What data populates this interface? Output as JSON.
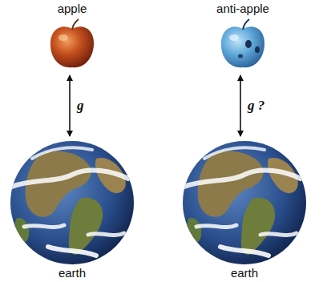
{
  "diagram": {
    "nodes": [
      {
        "text": [
          "apple"
        ]
      },
      {
        "text": [
          "anti-apple"
        ]
      },
      {
        "text": [
          "earth"
        ]
      },
      {
        "text": [
          "earth"
        ]
      }
    ],
    "edges": [
      {
        "from": 0,
        "to": 2,
        "arrow": "both",
        "label": "g"
      },
      {
        "from": 1,
        "to": 3,
        "arrow": "both",
        "label": "g ?"
      }
    ]
  }
}
